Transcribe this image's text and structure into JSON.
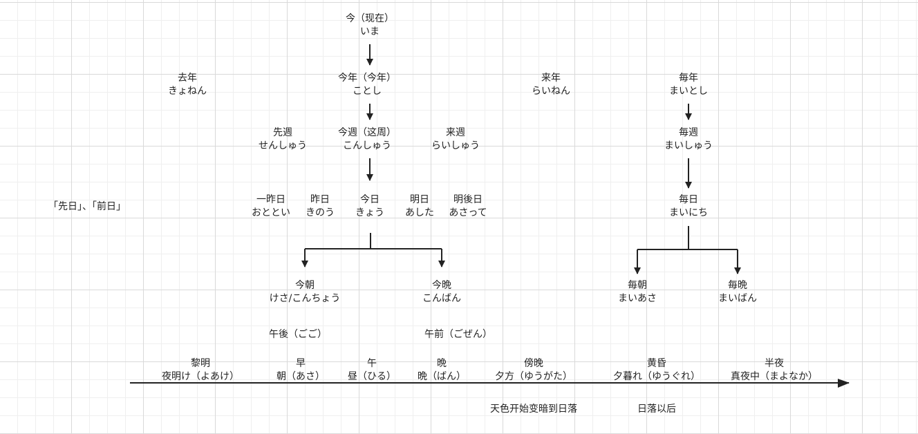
{
  "colors": {
    "line": "#222222",
    "grid_major": "#d9d9d9",
    "grid_minor": "#efefef",
    "text": "#222222"
  },
  "top": {
    "ima": "今（现在）",
    "ima_kana": "いま"
  },
  "years": {
    "last": "去年",
    "last_kana": "きょねん",
    "this": "今年（今年）",
    "this_kana": "ことし",
    "next": "来年",
    "next_kana": "らいねん",
    "every": "毎年",
    "every_kana": "まいとし"
  },
  "weeks": {
    "last": "先週",
    "last_kana": "せんしゅう",
    "this": "今週（这周）",
    "this_kana": "こんしゅう",
    "next": "来週",
    "next_kana": "らいしゅう",
    "every": "毎週",
    "every_kana": "まいしゅう"
  },
  "days": {
    "note": "「先日」、「前日」",
    "d_minus2": "一昨日",
    "d_minus2_kana": "おととい",
    "d_minus1": "昨日",
    "d_minus1_kana": "きのう",
    "today": "今日",
    "today_kana": "きょう",
    "d_plus1": "明日",
    "d_plus1_kana": "あした",
    "d_plus2": "明後日",
    "d_plus2_kana": "あさって",
    "every": "毎日",
    "every_kana": "まいにち"
  },
  "parts": {
    "this_morning": "今朝",
    "this_morning_kana": "けさ/こんちょう",
    "tonight": "今晩",
    "tonight_kana": "こんばん",
    "every_morning": "毎朝",
    "every_morning_kana": "まいあさ",
    "every_night": "毎晩",
    "every_night_kana": "まいばん",
    "pm": "午後（ごご）",
    "am": "午前（ごぜん）"
  },
  "timeline": {
    "dawn": "黎明",
    "dawn_kana": "夜明け（よあけ）",
    "early": "早",
    "early_kana": "朝（あさ）",
    "noon": "午",
    "noon_kana": "昼（ひる）",
    "late": "晩",
    "late_kana": "晩（ばん）",
    "evening": "傍晚",
    "evening_kana": "夕方（ゆうがた）",
    "dusk": "黄昏",
    "dusk_kana": "夕暮れ（ゆうぐれ）",
    "midnight": "半夜",
    "midnight_kana": "真夜中（まよなか）"
  },
  "notes": {
    "evening_note": "天色开始变暗到日落",
    "dusk_note": "日落以后"
  }
}
